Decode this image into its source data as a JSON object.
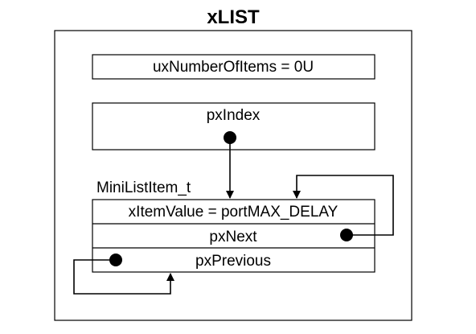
{
  "title": "xLIST",
  "fields": {
    "number_of_items": "uxNumberOfItems = 0U",
    "index": "pxIndex"
  },
  "mini_list_item": {
    "type_label": "MiniListItem_t",
    "item_value": "xItemValue = portMAX_DELAY",
    "next": "pxNext",
    "previous": "pxPrevious"
  },
  "colors": {
    "stroke": "#000000",
    "background": "#ffffff"
  }
}
